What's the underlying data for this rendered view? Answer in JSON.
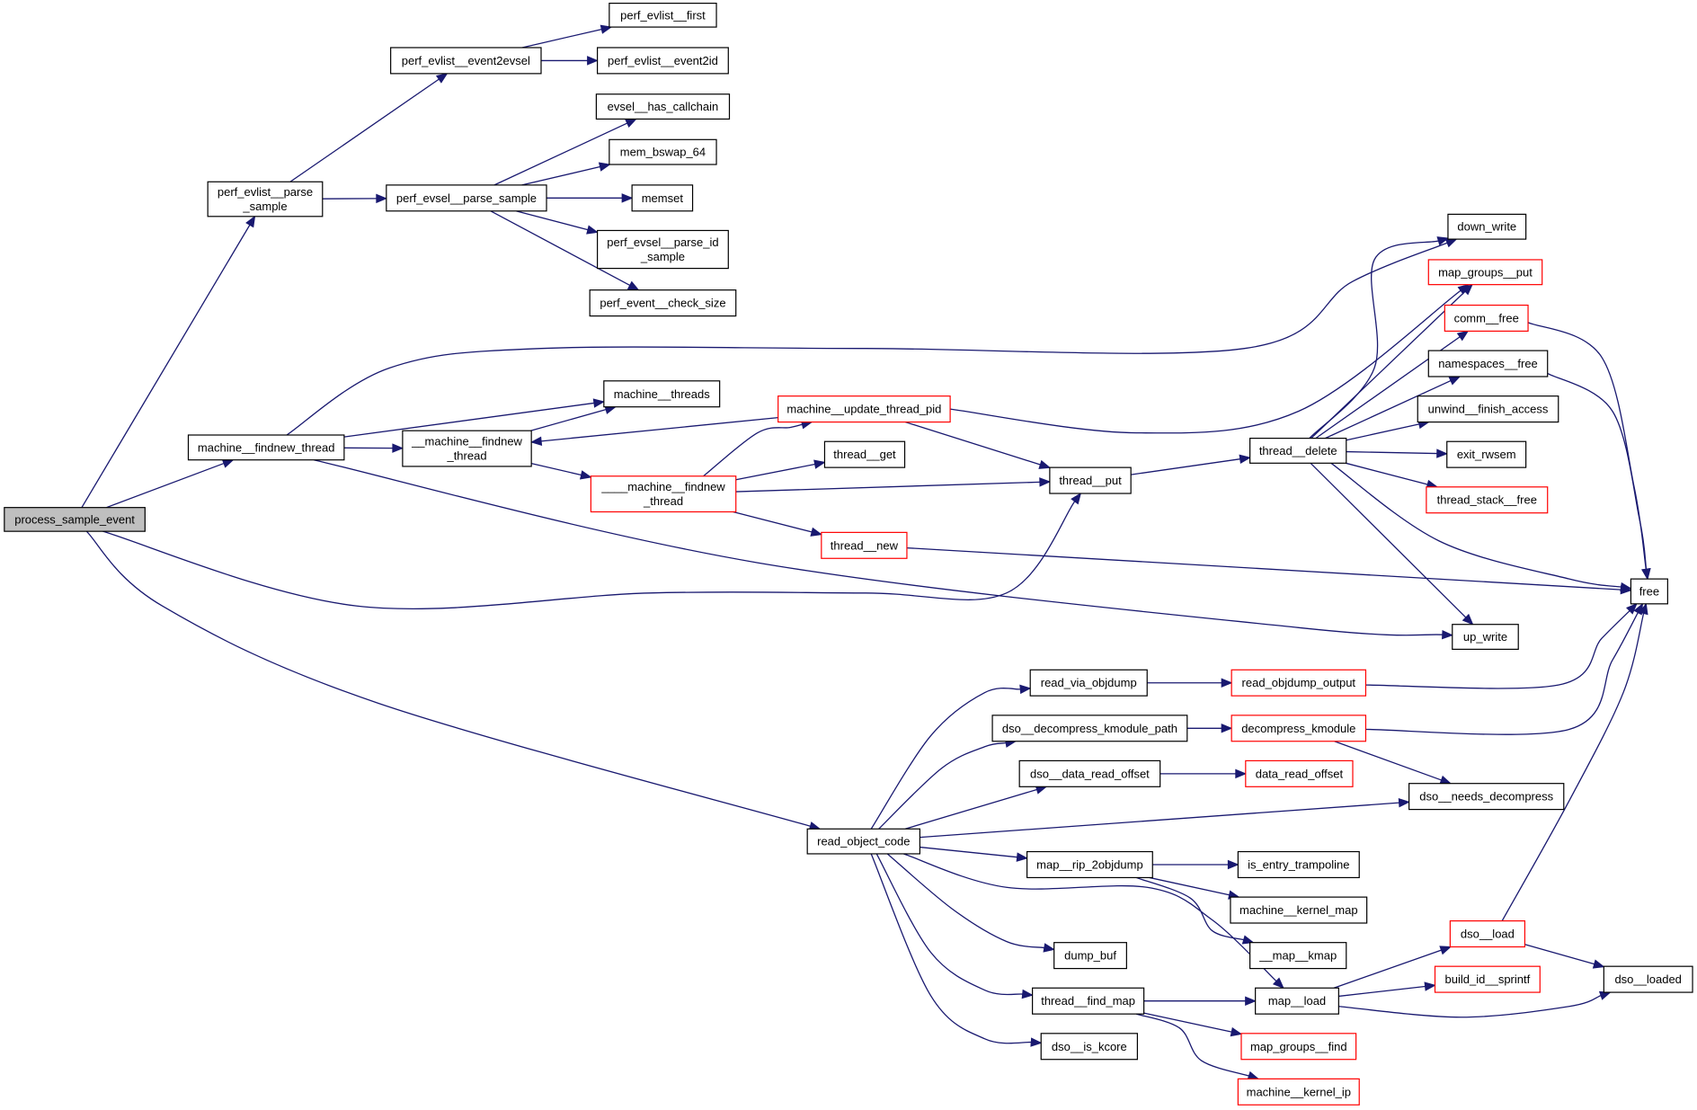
{
  "title": "Call graph for process_sample_event",
  "colors": {
    "edge": "#191970",
    "node_border": "#000000",
    "node_border_truncated": "#ff0000",
    "root_fill": "#bfbfbf",
    "node_fill": "#ffffff"
  },
  "nodes": [
    {
      "id": "process_sample_event",
      "lines": [
        "process_sample_event"
      ],
      "style": "root"
    },
    {
      "id": "perf_evlist__parse_sample",
      "lines": [
        "perf_evlist__parse",
        "_sample"
      ],
      "style": "normal"
    },
    {
      "id": "perf_evlist__event2evsel",
      "lines": [
        "perf_evlist__event2evsel"
      ],
      "style": "normal"
    },
    {
      "id": "perf_evlist__first",
      "lines": [
        "perf_evlist__first"
      ],
      "style": "normal"
    },
    {
      "id": "perf_evlist__event2id",
      "lines": [
        "perf_evlist__event2id"
      ],
      "style": "normal"
    },
    {
      "id": "evsel__has_callchain",
      "lines": [
        "evsel__has_callchain"
      ],
      "style": "normal"
    },
    {
      "id": "mem_bswap_64",
      "lines": [
        "mem_bswap_64"
      ],
      "style": "normal"
    },
    {
      "id": "perf_evsel__parse_sample",
      "lines": [
        "perf_evsel__parse_sample"
      ],
      "style": "normal"
    },
    {
      "id": "memset",
      "lines": [
        "memset"
      ],
      "style": "normal"
    },
    {
      "id": "perf_evsel__parse_id_sample",
      "lines": [
        "perf_evsel__parse_id",
        "_sample"
      ],
      "style": "normal"
    },
    {
      "id": "perf_event__check_size",
      "lines": [
        "perf_event__check_size"
      ],
      "style": "normal"
    },
    {
      "id": "machine__findnew_thread",
      "lines": [
        "machine__findnew_thread"
      ],
      "style": "normal"
    },
    {
      "id": "machine__threads",
      "lines": [
        "machine__threads"
      ],
      "style": "normal"
    },
    {
      "id": "__machine__findnew_thread",
      "lines": [
        "__machine__findnew",
        "_thread"
      ],
      "style": "normal"
    },
    {
      "id": "machine__update_thread_pid",
      "lines": [
        "machine__update_thread_pid"
      ],
      "style": "truncated"
    },
    {
      "id": "____machine__findnew_thread",
      "lines": [
        "____machine__findnew",
        "_thread"
      ],
      "style": "truncated"
    },
    {
      "id": "thread__get",
      "lines": [
        "thread__get"
      ],
      "style": "normal"
    },
    {
      "id": "thread__new",
      "lines": [
        "thread__new"
      ],
      "style": "truncated"
    },
    {
      "id": "thread__put",
      "lines": [
        "thread__put"
      ],
      "style": "normal"
    },
    {
      "id": "thread__delete",
      "lines": [
        "thread__delete"
      ],
      "style": "normal"
    },
    {
      "id": "down_write",
      "lines": [
        "down_write"
      ],
      "style": "normal"
    },
    {
      "id": "map_groups__put",
      "lines": [
        "map_groups__put"
      ],
      "style": "truncated"
    },
    {
      "id": "comm__free",
      "lines": [
        "comm__free"
      ],
      "style": "truncated"
    },
    {
      "id": "namespaces__free",
      "lines": [
        "namespaces__free"
      ],
      "style": "normal"
    },
    {
      "id": "unwind__finish_access",
      "lines": [
        "unwind__finish_access"
      ],
      "style": "normal"
    },
    {
      "id": "exit_rwsem",
      "lines": [
        "exit_rwsem"
      ],
      "style": "normal"
    },
    {
      "id": "thread_stack__free",
      "lines": [
        "thread_stack__free"
      ],
      "style": "truncated"
    },
    {
      "id": "free",
      "lines": [
        "free"
      ],
      "style": "normal"
    },
    {
      "id": "up_write",
      "lines": [
        "up_write"
      ],
      "style": "normal"
    },
    {
      "id": "read_object_code",
      "lines": [
        "read_object_code"
      ],
      "style": "normal"
    },
    {
      "id": "read_via_objdump",
      "lines": [
        "read_via_objdump"
      ],
      "style": "normal"
    },
    {
      "id": "read_objdump_output",
      "lines": [
        "read_objdump_output"
      ],
      "style": "truncated"
    },
    {
      "id": "dso__decompress_kmodule_path",
      "lines": [
        "dso__decompress_kmodule_path"
      ],
      "style": "normal"
    },
    {
      "id": "decompress_kmodule",
      "lines": [
        "decompress_kmodule"
      ],
      "style": "truncated"
    },
    {
      "id": "dso__data_read_offset",
      "lines": [
        "dso__data_read_offset"
      ],
      "style": "normal"
    },
    {
      "id": "data_read_offset",
      "lines": [
        "data_read_offset"
      ],
      "style": "truncated"
    },
    {
      "id": "dso__needs_decompress",
      "lines": [
        "dso__needs_decompress"
      ],
      "style": "normal"
    },
    {
      "id": "map__rip_2objdump",
      "lines": [
        "map__rip_2objdump"
      ],
      "style": "normal"
    },
    {
      "id": "is_entry_trampoline",
      "lines": [
        "is_entry_trampoline"
      ],
      "style": "normal"
    },
    {
      "id": "machine__kernel_map",
      "lines": [
        "machine__kernel_map"
      ],
      "style": "normal"
    },
    {
      "id": "__map__kmap",
      "lines": [
        "__map__kmap"
      ],
      "style": "normal"
    },
    {
      "id": "dump_buf",
      "lines": [
        "dump_buf"
      ],
      "style": "normal"
    },
    {
      "id": "thread__find_map",
      "lines": [
        "thread__find_map"
      ],
      "style": "normal"
    },
    {
      "id": "map__load",
      "lines": [
        "map__load"
      ],
      "style": "normal"
    },
    {
      "id": "dso__load",
      "lines": [
        "dso__load"
      ],
      "style": "truncated"
    },
    {
      "id": "build_id__sprintf",
      "lines": [
        "build_id__sprintf"
      ],
      "style": "truncated"
    },
    {
      "id": "dso__loaded",
      "lines": [
        "dso__loaded"
      ],
      "style": "normal"
    },
    {
      "id": "map_groups__find",
      "lines": [
        "map_groups__find"
      ],
      "style": "truncated"
    },
    {
      "id": "machine__kernel_ip",
      "lines": [
        "machine__kernel_ip"
      ],
      "style": "truncated"
    },
    {
      "id": "dso__is_kcore",
      "lines": [
        "dso__is_kcore"
      ],
      "style": "normal"
    }
  ],
  "edges": [
    [
      "process_sample_event",
      "perf_evlist__parse_sample"
    ],
    [
      "process_sample_event",
      "machine__findnew_thread"
    ],
    [
      "process_sample_event",
      "thread__put"
    ],
    [
      "process_sample_event",
      "read_object_code"
    ],
    [
      "perf_evlist__parse_sample",
      "perf_evlist__event2evsel"
    ],
    [
      "perf_evlist__parse_sample",
      "perf_evsel__parse_sample"
    ],
    [
      "perf_evlist__event2evsel",
      "perf_evlist__first"
    ],
    [
      "perf_evlist__event2evsel",
      "perf_evlist__event2id"
    ],
    [
      "perf_evsel__parse_sample",
      "evsel__has_callchain"
    ],
    [
      "perf_evsel__parse_sample",
      "mem_bswap_64"
    ],
    [
      "perf_evsel__parse_sample",
      "memset"
    ],
    [
      "perf_evsel__parse_sample",
      "perf_evsel__parse_id_sample"
    ],
    [
      "perf_evsel__parse_sample",
      "perf_event__check_size"
    ],
    [
      "machine__findnew_thread",
      "down_write"
    ],
    [
      "machine__findnew_thread",
      "machine__threads"
    ],
    [
      "machine__findnew_thread",
      "__machine__findnew_thread"
    ],
    [
      "machine__findnew_thread",
      "up_write"
    ],
    [
      "__machine__findnew_thread",
      "machine__threads"
    ],
    [
      "__machine__findnew_thread",
      "____machine__findnew_thread"
    ],
    [
      "machine__update_thread_pid",
      "__machine__findnew_thread"
    ],
    [
      "machine__update_thread_pid",
      "thread__put"
    ],
    [
      "machine__update_thread_pid",
      "map_groups__put"
    ],
    [
      "____machine__findnew_thread",
      "machine__update_thread_pid"
    ],
    [
      "____machine__findnew_thread",
      "thread__get"
    ],
    [
      "____machine__findnew_thread",
      "thread__put"
    ],
    [
      "____machine__findnew_thread",
      "thread__new"
    ],
    [
      "thread__new",
      "free"
    ],
    [
      "thread__put",
      "thread__delete"
    ],
    [
      "thread__delete",
      "down_write"
    ],
    [
      "thread__delete",
      "map_groups__put"
    ],
    [
      "thread__delete",
      "comm__free"
    ],
    [
      "thread__delete",
      "namespaces__free"
    ],
    [
      "thread__delete",
      "unwind__finish_access"
    ],
    [
      "thread__delete",
      "exit_rwsem"
    ],
    [
      "thread__delete",
      "thread_stack__free"
    ],
    [
      "thread__delete",
      "free"
    ],
    [
      "thread__delete",
      "up_write"
    ],
    [
      "comm__free",
      "free"
    ],
    [
      "namespaces__free",
      "free"
    ],
    [
      "read_object_code",
      "read_via_objdump"
    ],
    [
      "read_object_code",
      "dso__decompress_kmodule_path"
    ],
    [
      "read_object_code",
      "dso__data_read_offset"
    ],
    [
      "read_object_code",
      "dso__needs_decompress"
    ],
    [
      "read_object_code",
      "map__rip_2objdump"
    ],
    [
      "read_object_code",
      "map__load"
    ],
    [
      "read_object_code",
      "dump_buf"
    ],
    [
      "read_object_code",
      "thread__find_map"
    ],
    [
      "read_object_code",
      "dso__is_kcore"
    ],
    [
      "read_via_objdump",
      "read_objdump_output"
    ],
    [
      "read_objdump_output",
      "free"
    ],
    [
      "dso__decompress_kmodule_path",
      "decompress_kmodule"
    ],
    [
      "decompress_kmodule",
      "free"
    ],
    [
      "decompress_kmodule",
      "dso__needs_decompress"
    ],
    [
      "dso__data_read_offset",
      "data_read_offset"
    ],
    [
      "map__rip_2objdump",
      "is_entry_trampoline"
    ],
    [
      "map__rip_2objdump",
      "machine__kernel_map"
    ],
    [
      "map__rip_2objdump",
      "__map__kmap"
    ],
    [
      "thread__find_map",
      "map__load"
    ],
    [
      "thread__find_map",
      "map_groups__find"
    ],
    [
      "thread__find_map",
      "machine__kernel_ip"
    ],
    [
      "map__load",
      "dso__load"
    ],
    [
      "map__load",
      "build_id__sprintf"
    ],
    [
      "map__load",
      "dso__loaded"
    ],
    [
      "dso__load",
      "free"
    ],
    [
      "dso__load",
      "dso__loaded"
    ]
  ]
}
